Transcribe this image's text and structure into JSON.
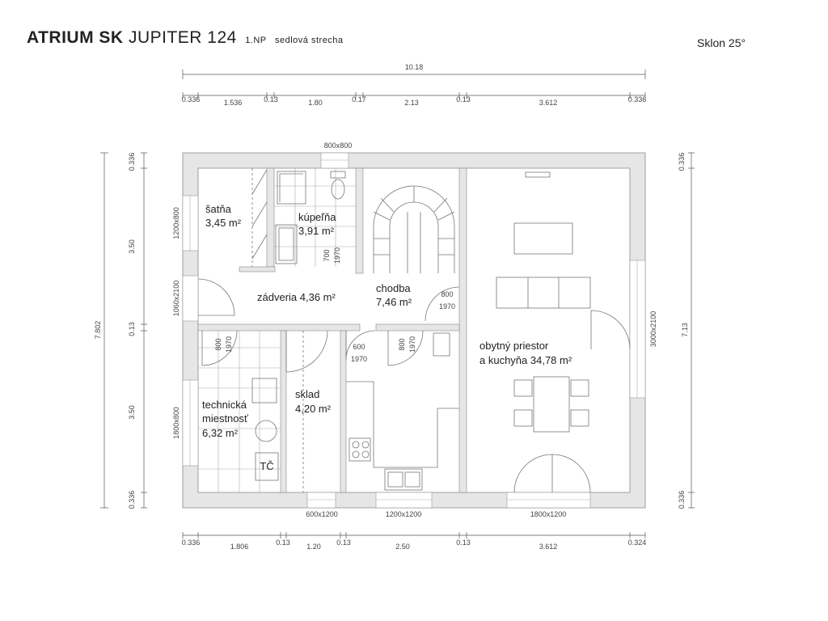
{
  "header": {
    "brand": "ATRIUM SK",
    "model": "JUPITER 124",
    "floor": "1.NP",
    "roof": "sedlová strecha",
    "pitch": "Sklon 25°"
  },
  "rooms": {
    "satna": {
      "name": "šatňa",
      "area": "3,45 m²"
    },
    "kupelna": {
      "name": "kúpeľňa",
      "area": "3,91 m²"
    },
    "zadveria": {
      "name": "zádveria 4,36 m²"
    },
    "chodba": {
      "name": "chodba",
      "area": "7,46 m²"
    },
    "obytny": {
      "name": "obytný priestor",
      "area": "a kuchyňa 34,78 m²"
    },
    "technicka": {
      "name1": "technická",
      "name2": "miestnosť",
      "area": "6,32 m²"
    },
    "sklad": {
      "name": "sklad",
      "area": "4,20 m²"
    },
    "tc_label": "TČ"
  },
  "dims": {
    "total_width": "10.18",
    "top": [
      "0.336",
      "1.536",
      "0.13",
      "1.80",
      "0.17",
      "2.13",
      "0.13",
      "3.612",
      "0.336"
    ],
    "bottom": [
      "0.336",
      "1.806",
      "0.13",
      "1.20",
      "0.13",
      "2.50",
      "0.13",
      "3.612",
      "0.324"
    ],
    "left_total": "7.802",
    "left": [
      "0.336",
      "3.50",
      "0.13",
      "3.50",
      "0.336"
    ],
    "right": [
      "0.336",
      "7.13",
      "0.336"
    ]
  },
  "openings": {
    "top_window": "800x800",
    "w_satna": "1200x800",
    "entrance": "1060x2100",
    "w_tech": "1800x800",
    "right_door": "3000x2100",
    "d_kup1": "700",
    "d_kup2": "1970",
    "d_chod1": "800",
    "d_chod2": "1970",
    "d_tech1": "800",
    "d_tech2": "1970",
    "d_sklad1": "600",
    "d_sklad2": "1970",
    "d_kitch1": "800",
    "d_kitch2": "1970",
    "b_sklad": "600x1200",
    "b_kitchen": "1200x1200",
    "b_living": "1800x1200"
  }
}
